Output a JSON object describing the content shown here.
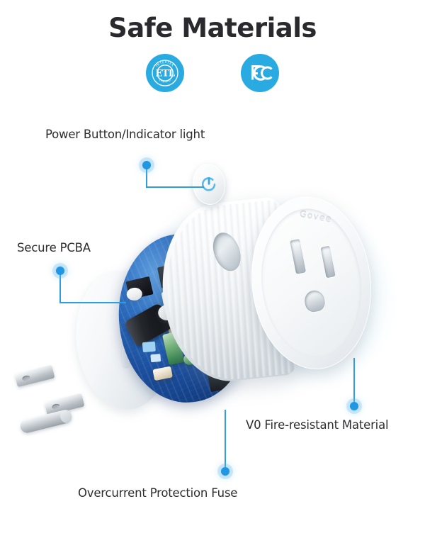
{
  "page": {
    "title": "Safe Materials",
    "background_color": "#ffffff",
    "accent_color": "#2196e3",
    "badge_color": "#29abe2",
    "text_color": "#2d2d31"
  },
  "certifications": [
    {
      "name": "etl-badge",
      "label": "ETL",
      "arc_top": "INTERTEK",
      "arc_bottom": "LISTED"
    },
    {
      "name": "fcc-badge",
      "label": "FCC",
      "arc_top": "",
      "arc_bottom": ""
    }
  ],
  "callouts": [
    {
      "id": "power",
      "label": "Power Button/Indicator light"
    },
    {
      "id": "pcba",
      "label": "Secure PCBA"
    },
    {
      "id": "v0",
      "label": "V0 Fire-resistant Material"
    },
    {
      "id": "fuse",
      "label": "Overcurrent Protection Fuse"
    }
  ],
  "product": {
    "brand": "Govee",
    "type": "smart-plug-exploded-view",
    "parts": {
      "shell": "white-outer-housing",
      "face": "us-3-prong-outlet-face",
      "pcb": "blue-printed-circuit-board",
      "prongs": "metal-blade-prongs",
      "button": "power-button"
    }
  }
}
